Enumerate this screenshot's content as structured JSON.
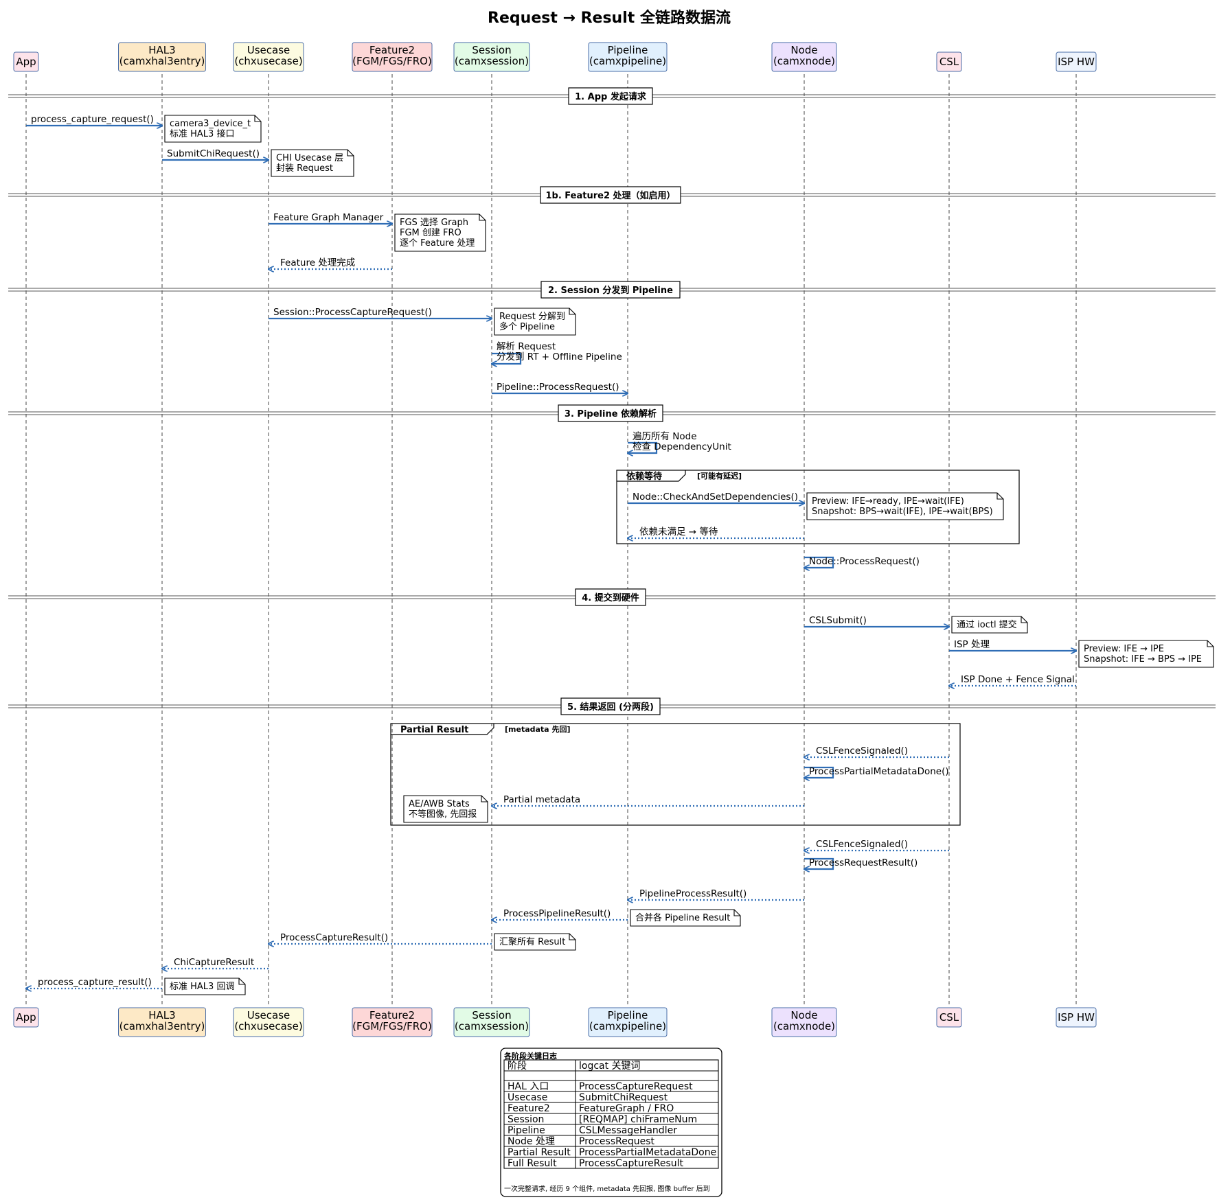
{
  "title": "Request → Result 全链路数据流",
  "colors": {
    "arrow": "#2f6db5",
    "participant_border": "#4a6ea8",
    "lifeline": "#444444"
  },
  "participants": [
    {
      "id": "app",
      "lines": [
        "App"
      ],
      "fill": "#fde3ea"
    },
    {
      "id": "hal3",
      "lines": [
        "HAL3",
        "(camxhal3entry)"
      ],
      "fill": "#fde9c6"
    },
    {
      "id": "usecase",
      "lines": [
        "Usecase",
        "(chxusecase)"
      ],
      "fill": "#fdfbe0"
    },
    {
      "id": "feature2",
      "lines": [
        "Feature2",
        "(FGM/FGS/FRO)"
      ],
      "fill": "#fdd7d7"
    },
    {
      "id": "session",
      "lines": [
        "Session",
        "(camxsession)"
      ],
      "fill": "#e2fbe6"
    },
    {
      "id": "pipeline",
      "lines": [
        "Pipeline",
        "(camxpipeline)"
      ],
      "fill": "#e1f0fd"
    },
    {
      "id": "node",
      "lines": [
        "Node",
        "(camxnode)"
      ],
      "fill": "#ece1fd"
    },
    {
      "id": "csl",
      "lines": [
        "CSL"
      ],
      "fill": "#fde3ea"
    },
    {
      "id": "isp",
      "lines": [
        "ISP HW"
      ],
      "fill": "#eef4fd"
    }
  ],
  "dividers": [
    "1. App 发起请求",
    "1b. Feature2 处理（如启用）",
    "2. Session 分发到 Pipeline",
    "3. Pipeline 依赖解析",
    "4. 提交到硬件",
    "5. 结果返回 (分两段)"
  ],
  "messages": [
    "process_capture_request()",
    "SubmitChiRequest()",
    "Feature Graph Manager",
    "Feature 处理完成",
    "Session::ProcessCaptureRequest()",
    "解析 Request",
    "分发到 RT + Offline Pipeline",
    "Pipeline::ProcessRequest()",
    "遍历所有 Node",
    "检查 DependencyUnit",
    "Node::CheckAndSetDependencies()",
    "依赖未满足 → 等待",
    "Node::ProcessRequest()",
    "CSLSubmit()",
    "ISP 处理",
    "ISP Done + Fence Signal",
    "CSLFenceSignaled()",
    "ProcessPartialMetadataDone()",
    "Partial metadata",
    "CSLFenceSignaled()",
    "ProcessRequestResult()",
    "PipelineProcessResult()",
    "ProcessPipelineResult()",
    "ProcessCaptureResult()",
    "ChiCaptureResult",
    "process_capture_result()"
  ],
  "notes": [
    [
      "camera3_device_t",
      "标准 HAL3 接口"
    ],
    [
      "CHI Usecase 层",
      "封装 Request"
    ],
    [
      "FGS 选择 Graph",
      "FGM 创建 FRO",
      "逐个 Feature 处理"
    ],
    [
      "Request 分解到",
      "多个 Pipeline"
    ],
    [
      "Preview: IFE→ready, IPE→wait(IFE)",
      "Snapshot: BPS→wait(IFE), IPE→wait(BPS)"
    ],
    [
      "通过 ioctl 提交"
    ],
    [
      "Preview: IFE → IPE",
      "Snapshot: IFE → BPS → IPE"
    ],
    [
      "AE/AWB Stats",
      "不等图像, 先回报"
    ],
    [
      "合并各 Pipeline Result"
    ],
    [
      "汇聚所有 Result"
    ],
    [
      "标准 HAL3 回调"
    ]
  ],
  "frames": [
    {
      "title": "依赖等待",
      "condition": "[可能有延迟]"
    },
    {
      "title": "Partial Result",
      "condition": "[metadata 先回]"
    }
  ],
  "legend": {
    "title": "各阶段关键日志",
    "header": [
      "阶段",
      "logcat 关键词"
    ],
    "rows": [
      [
        "HAL 入口",
        "ProcessCaptureRequest"
      ],
      [
        "Usecase",
        "SubmitChiRequest"
      ],
      [
        "Feature2",
        "FeatureGraph / FRO"
      ],
      [
        "Session",
        "[REQMAP] chiFrameNum"
      ],
      [
        "Pipeline",
        "CSLMessageHandler"
      ],
      [
        "Node 处理",
        "ProcessRequest"
      ],
      [
        "Partial Result",
        "ProcessPartialMetadataDone"
      ],
      [
        "Full Result",
        "ProcessCaptureResult"
      ]
    ],
    "footer": "一次完整请求, 经历 9 个组件, metadata 先回报, 图像 buffer 后到"
  }
}
